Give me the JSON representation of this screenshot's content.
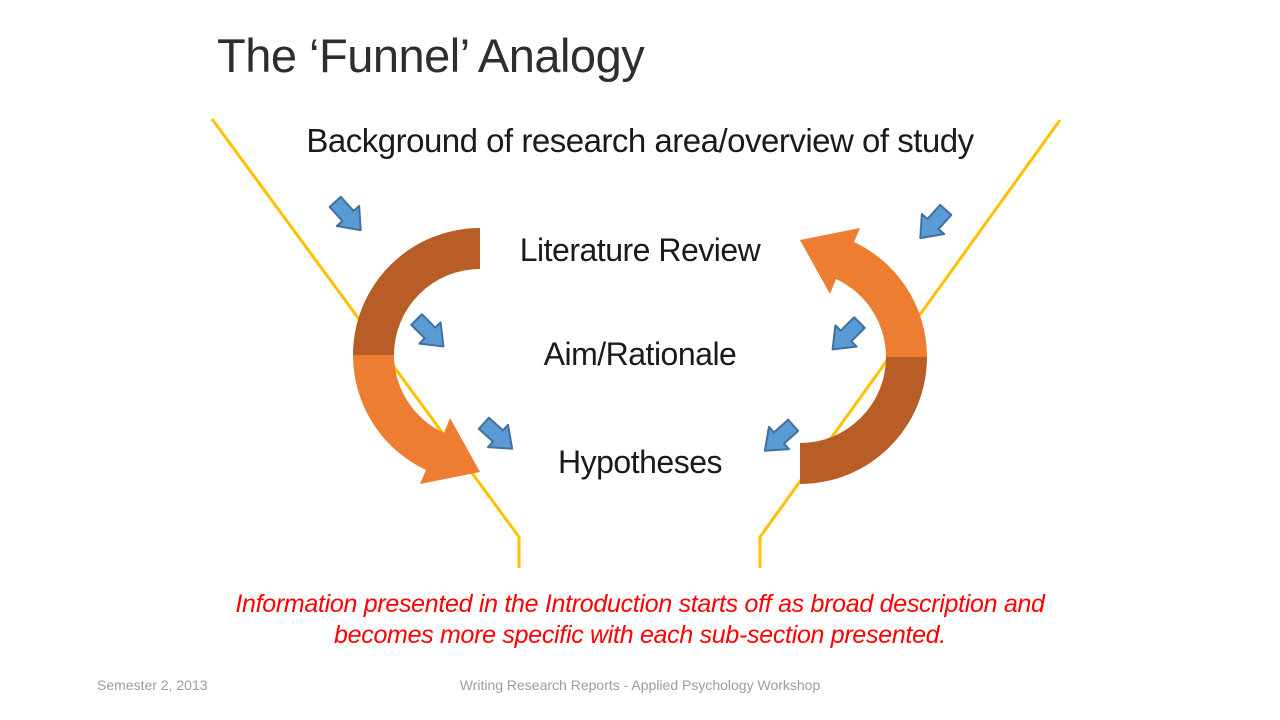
{
  "slide": {
    "title": "The ‘Funnel’ Analogy",
    "levels": [
      "Background of research area/overview of study",
      "Literature Review",
      "Aim/Rationale",
      "Hypotheses"
    ],
    "note": {
      "line1": "Information presented in the Introduction starts off as broad description and",
      "line2": "becomes more specific with each sub-section presented."
    },
    "footer": {
      "left": "Semester 2, 2013",
      "center": "Writing Research Reports - Applied Psychology Workshop"
    },
    "icons": {
      "blue_arrows": "down-arrow-icon (block arrow, 3 angled down-right on left, 3 angled down-left on right)",
      "curved_left": "curved-arrow-icon (C-shape, dark top half, bright bottom half, head points right)",
      "curved_right": "curved-arrow-icon (mirrored, bright top half with head pointing left, dark bottom half)",
      "funnel_lines": "funnel-outline-lines (gold, diagonal then short vertical stem)"
    },
    "colors": {
      "funnel_line": "#FFC000",
      "blue_arrow_fill": "#5B9BD5",
      "blue_arrow_border": "#41719C",
      "curve_dark": "#B85D25",
      "curve_bright": "#ED7D31",
      "note_red": "#FF0000",
      "footer_gray": "#9C9C9C",
      "title_color": "#2E2E2E",
      "label_color": "#1A1A1A"
    }
  }
}
